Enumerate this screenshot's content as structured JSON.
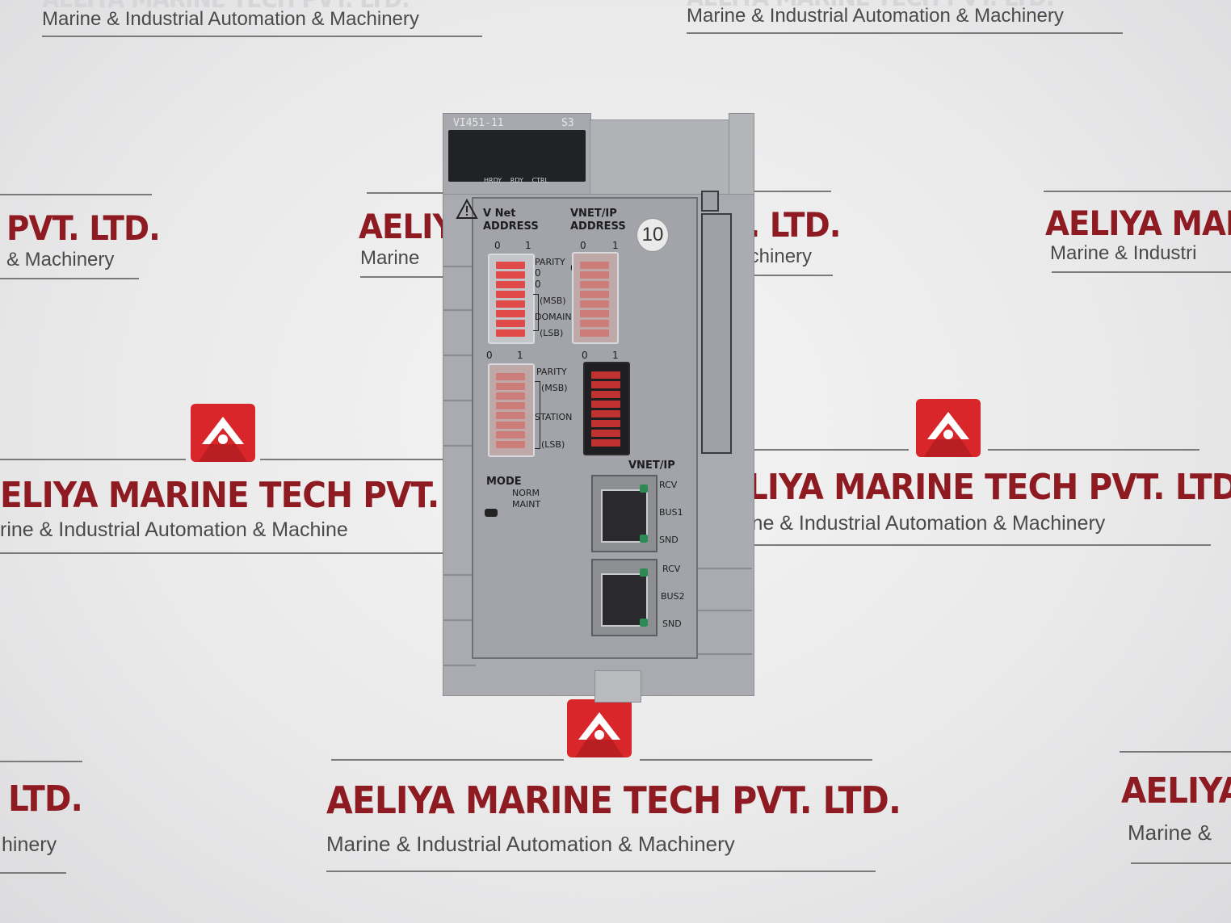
{
  "watermark": {
    "company": "AELIYA MARINE TECH PVT. LTD.",
    "tagline": "Marine & Industrial Automation & Machinery",
    "fragments": {
      "top_left_tag": "Marine & Industrial Automation & Machinery",
      "top_right_tag": "Marine & Industrial Automation & Machinery",
      "left_mid_co": "PVT. LTD.",
      "left_mid_tag": "& Machinery",
      "center_mid_co": "AELIY",
      "center_mid_tag": "Marine",
      "right_mid_co": "T. LTD.",
      "right_mid_tag": "lachinery",
      "far_right_co": "AELIYA MARI",
      "far_right_tag": "Marine & Industri",
      "band_left_co": "ELIYA MARINE TECH PVT. LT",
      "band_left_tag": "rine & Industrial Automation & Machine",
      "band_right_co": "LIYA MARINE TECH PVT. LTD.",
      "band_right_tag": "ine & Industrial Automation & Machinery",
      "bottom_left_co": "LTD.",
      "bottom_left_tag": "hinery",
      "bottom_center_co": "AELIYA MARINE TECH PVT. LTD.",
      "bottom_center_tag": "Marine & Industrial Automation & Machinery",
      "bottom_right_co": "AELIYA",
      "bottom_right_tag": "Marine &"
    }
  },
  "device": {
    "model": "VI451-11",
    "style": "S3",
    "leds": [
      "HRDY",
      "RDY",
      "CTRL"
    ],
    "handwritten_note": "10",
    "vnet_address_title": [
      "V Net",
      "ADDRESS"
    ],
    "vnetip_address_title": [
      "VNET/IP",
      "ADDRESS"
    ],
    "bit_labels": [
      "0",
      "1"
    ],
    "upper_labels": {
      "parity": "PARITY",
      "zero1": "0",
      "zero2": "0",
      "msb": "(MSB)",
      "domain": "DOMAIN",
      "lsb": "(LSB)"
    },
    "lower_labels": {
      "parity": "PARITY",
      "msb": "(MSB)",
      "station": "STATION",
      "lsb": "(LSB)"
    },
    "mode": {
      "title": "MODE",
      "norm": "NORM",
      "maint": "MAINT"
    },
    "ports": {
      "title": "VNET/IP",
      "bus1": [
        "RCV",
        "BUS1",
        "SND"
      ],
      "bus2": [
        "RCV",
        "BUS2",
        "SND"
      ]
    }
  },
  "colors": {
    "brand_red": "#d8262a",
    "brand_text": "#8e1b22",
    "device_gray": "#a9abb0",
    "dip_red": "#e04a48"
  }
}
